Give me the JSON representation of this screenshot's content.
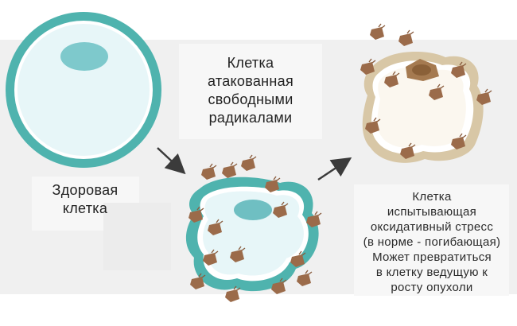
{
  "healthy_cell": {
    "lines": [
      "Здоровая",
      "клетка"
    ]
  },
  "attacked_cell": {
    "lines": [
      "Клетка",
      "атакованная",
      "свободными",
      "радикалами"
    ]
  },
  "stressed_cell": {
    "lines": [
      "Клетка",
      "испытывающая",
      "оксидативный стресс",
      "(в норме - погибающая)",
      "Может превратиться",
      "в клетку ведущую к",
      "росту опухоли"
    ]
  },
  "colors": {
    "membrane": "#4fb3ae",
    "membrane_dark": "#3a9c97",
    "cytoplasm": "#e7f6f8",
    "nucleus": "#7ec9cc",
    "radical": "#9b6b4a",
    "damaged_membrane": "#d8c7a6",
    "arrow": "#3b3b3b"
  }
}
